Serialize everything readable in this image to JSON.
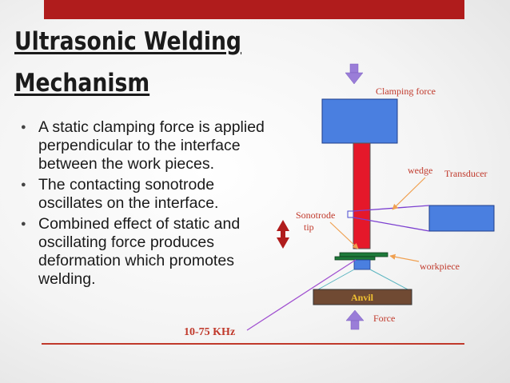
{
  "title": {
    "line1": "Ultrasonic Welding",
    "line2": "Mechanism"
  },
  "bullets": [
    "A static clamping force is applied perpendicular to the interface between the work pieces.",
    "The contacting sonotrode oscillates on the interface.",
    "Combined effect of static and oscillating force produces deformation which promotes welding."
  ],
  "diagram": {
    "clamping_force": "Clamping force",
    "wedge": "wedge",
    "transducer": "Transducer",
    "sonotrode_l1": "Sonotrode",
    "sonotrode_l2": "tip",
    "workpiece": "workpiece",
    "anvil": "Anvil",
    "force": "Force",
    "frequency": "10-75 KHz"
  },
  "colors": {
    "accent_red": "#b01c1c",
    "label_red": "#c0392b",
    "arrow_purple": "#9a7dd8",
    "block_blue": "#4a7fe0",
    "sonotrode_red": "#e5182a",
    "workpiece_green": "#1e7a3a",
    "anvil_brown": "#704a33",
    "anvil_text": "#f1c232"
  }
}
